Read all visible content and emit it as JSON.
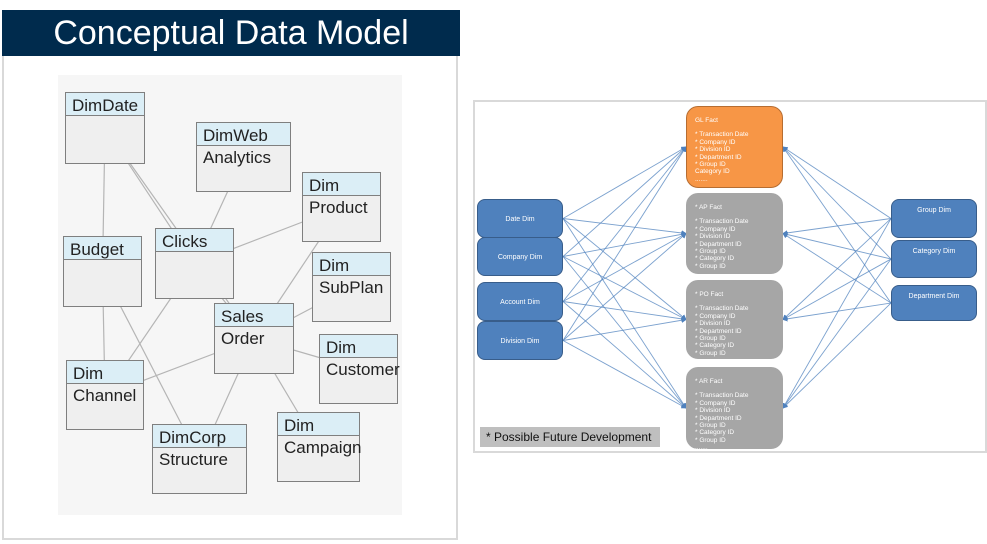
{
  "left": {
    "title": "Conceptual Data Model",
    "entities": [
      {
        "id": "dimdate",
        "header": "DimDate",
        "body": ""
      },
      {
        "id": "dimweb",
        "header": "DimWeb",
        "body": "Analytics"
      },
      {
        "id": "dimproduct",
        "header": "Dim",
        "body": "Product"
      },
      {
        "id": "budget",
        "header": "Budget",
        "body": ""
      },
      {
        "id": "clicks",
        "header": "Clicks",
        "body": ""
      },
      {
        "id": "dimsubplan",
        "header": "Dim",
        "body": "SubPlan"
      },
      {
        "id": "salesorder",
        "header": "Sales",
        "body": "Order"
      },
      {
        "id": "dimcustomer",
        "header": "Dim",
        "body": "Customer"
      },
      {
        "id": "dimchannel",
        "header": "Dim",
        "body": "Channel"
      },
      {
        "id": "dimcorp",
        "header": "DimCorp",
        "body": "Structure"
      },
      {
        "id": "dimcampaign",
        "header": "Dim",
        "body": "Campaign"
      }
    ],
    "relationships": [
      [
        "dimdate",
        "budget"
      ],
      [
        "dimdate",
        "clicks"
      ],
      [
        "dimdate",
        "salesorder"
      ],
      [
        "dimweb",
        "clicks"
      ],
      [
        "dimproduct",
        "clicks"
      ],
      [
        "dimproduct",
        "salesorder"
      ],
      [
        "budget",
        "dimchannel"
      ],
      [
        "budget",
        "dimcorp"
      ],
      [
        "clicks",
        "dimchannel"
      ],
      [
        "clicks",
        "salesorder"
      ],
      [
        "dimsubplan",
        "salesorder"
      ],
      [
        "salesorder",
        "dimchannel"
      ],
      [
        "salesorder",
        "dimcustomer"
      ],
      [
        "salesorder",
        "dimcorp"
      ],
      [
        "salesorder",
        "dimcampaign"
      ]
    ]
  },
  "right": {
    "left_dims": [
      "Date Dim",
      "Company Dim",
      "Account Dim",
      "Division Dim"
    ],
    "right_dims": [
      "Group Dim",
      "Category Dim",
      "Department Dim"
    ],
    "facts": [
      {
        "title": "GL Fact",
        "color": "#f79646",
        "fields": [
          "* Transaction Date",
          "* Company ID",
          "* Division ID",
          "* Department ID",
          "* Group  ID",
          "Category ID",
          "......."
        ]
      },
      {
        "title": "* AP Fact",
        "color": "#a6a6a6",
        "fields": [
          "* Transaction Date",
          "* Company ID",
          "* Division ID",
          "* Department ID",
          "* Group  ID",
          "* Category ID",
          "* Group ID",
          "......."
        ]
      },
      {
        "title": "* PO Fact",
        "color": "#a6a6a6",
        "fields": [
          "* Transaction Date",
          "* Company ID",
          "* Division ID",
          "* Department ID",
          "* Group  ID",
          "* Category ID",
          "* Group ID"
        ]
      },
      {
        "title": "* AR Fact",
        "color": "#a6a6a6",
        "fields": [
          "* Transaction Date",
          "* Company ID",
          "* Division ID",
          "* Department ID",
          "* Group  ID",
          "* Category ID",
          "* Group ID",
          "......."
        ]
      }
    ],
    "note": "* Possible Future Development",
    "dim_color": "#4f81bd",
    "connector_color": "#4f81bd"
  }
}
